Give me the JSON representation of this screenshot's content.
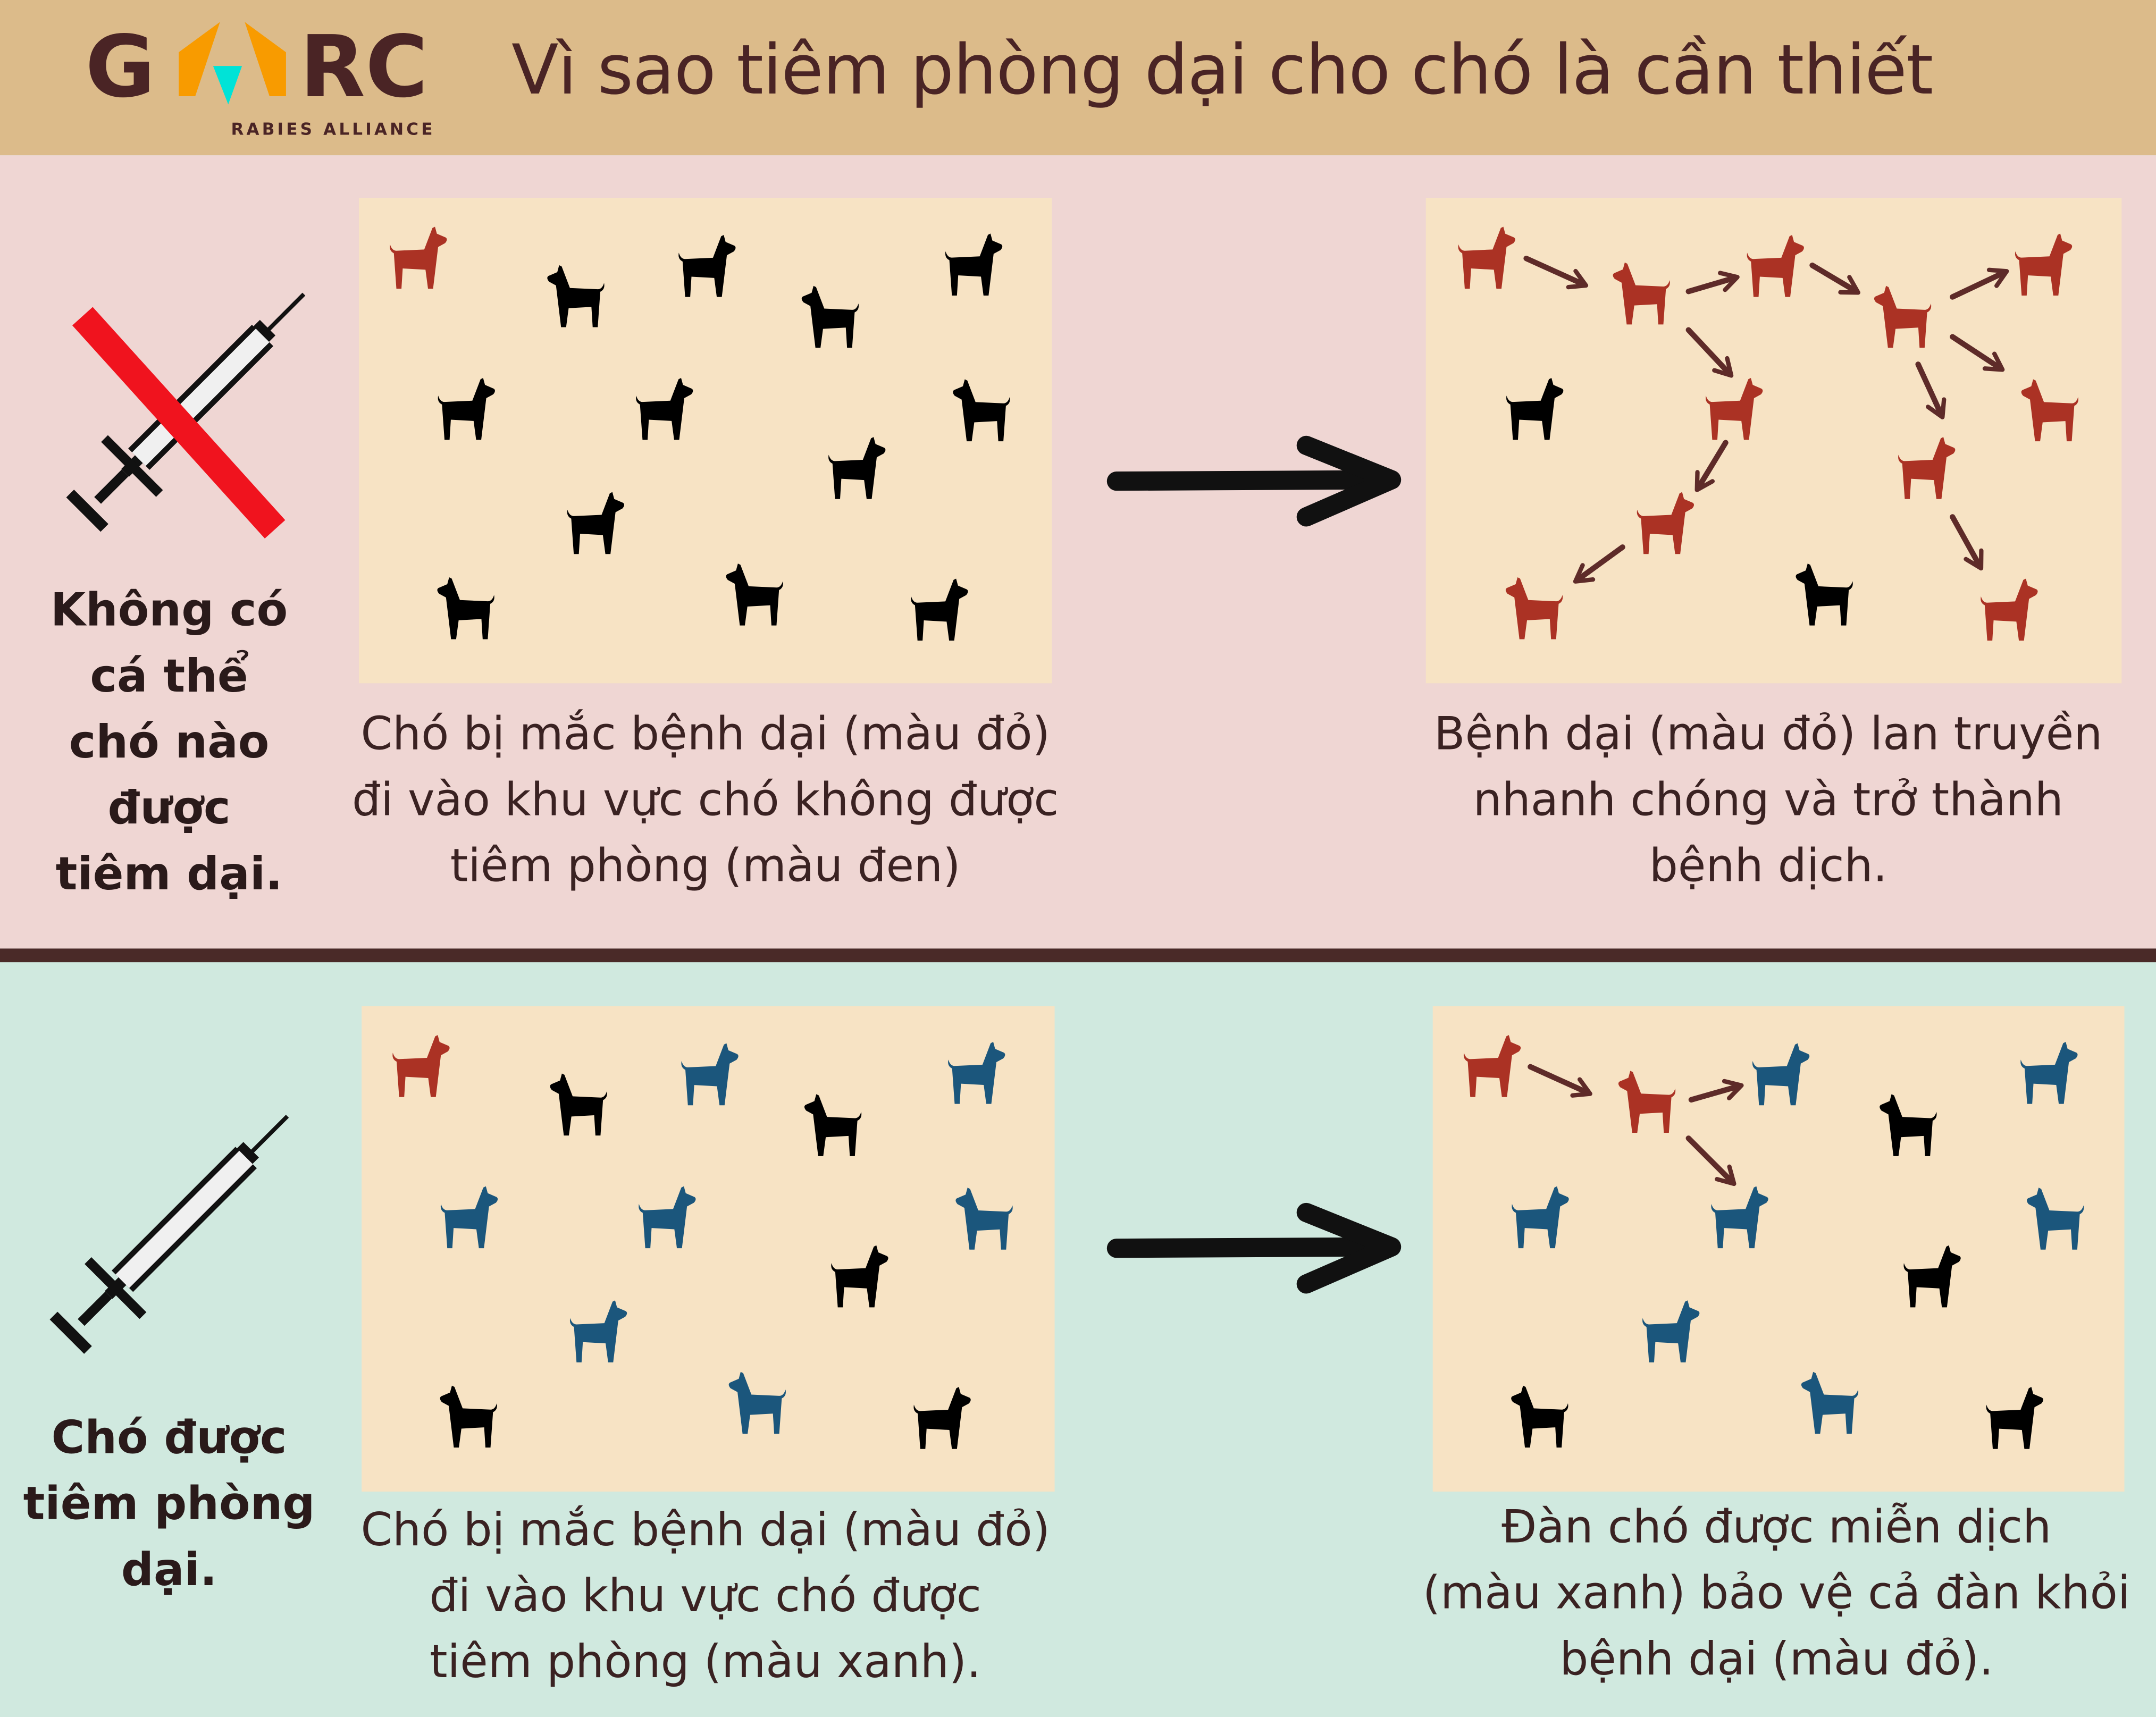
{
  "header": {
    "logo_text": "GARC",
    "logo_subtitle": "RABIES ALLIANCE",
    "title": "Vì sao tiêm phòng dại cho chó là cần thiết"
  },
  "colors": {
    "infected": "#ab3224",
    "unvaccinated": "#000000",
    "vaccinated": "#1b567c",
    "arrow": "#5e2b29"
  },
  "top": {
    "label": [
      "Không có",
      "cá thể",
      "chó nào",
      "được",
      "tiêm dại."
    ],
    "caption_left": [
      "Chó bị mắc bệnh dại (màu đỏ)",
      "đi vào khu vực chó không được",
      "tiêm phòng (màu đen)"
    ],
    "caption_right": [
      "Bệnh dại (màu đỏ) lan truyền",
      "nhanh chóng và trở thành",
      "bệnh dịch."
    ],
    "panel_left_dogs": [
      "infected",
      "unvaccinated",
      "unvaccinated",
      "unvaccinated",
      "unvaccinated",
      "unvaccinated",
      "unvaccinated",
      "unvaccinated",
      "unvaccinated",
      "unvaccinated",
      "unvaccinated",
      "unvaccinated",
      "unvaccinated"
    ],
    "panel_right_dogs": [
      "infected",
      "infected",
      "infected",
      "infected",
      "infected",
      "unvaccinated",
      "infected",
      "infected",
      "infected",
      "infected",
      "infected",
      "unvaccinated",
      "infected"
    ]
  },
  "bottom": {
    "label": [
      "Chó được",
      "tiêm phòng",
      "dại."
    ],
    "caption_left": [
      "Chó bị mắc bệnh dại (màu đỏ)",
      "đi vào khu vực chó được",
      "tiêm phòng (màu xanh)."
    ],
    "caption_right": [
      "Đàn chó được miễn dịch",
      "(màu xanh) bảo vệ cả đàn khỏi",
      "bệnh dại (màu đỏ)."
    ],
    "panel_left_dogs": [
      "infected",
      "unvaccinated",
      "vaccinated",
      "unvaccinated",
      "vaccinated",
      "vaccinated",
      "vaccinated",
      "vaccinated",
      "unvaccinated",
      "vaccinated",
      "unvaccinated",
      "vaccinated",
      "unvaccinated"
    ],
    "panel_right_dogs": [
      "infected",
      "infected",
      "vaccinated",
      "unvaccinated",
      "vaccinated",
      "vaccinated",
      "vaccinated",
      "vaccinated",
      "unvaccinated",
      "vaccinated",
      "unvaccinated",
      "vaccinated",
      "unvaccinated"
    ]
  }
}
